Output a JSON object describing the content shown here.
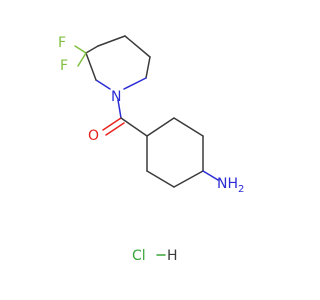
{
  "molecule": {
    "atoms": {
      "fluorine_1": "F",
      "fluorine_2": "F",
      "nitrogen_ring": "N",
      "oxygen": "O",
      "amine": "NH",
      "amine_h_subscript": "2",
      "chlorine": "Cl",
      "hydrogen": "H"
    },
    "colors": {
      "carbon_bond": "#3a3a3a",
      "fluorine": "#7fbf3f",
      "nitrogen": "#2b2bd6",
      "oxygen": "#e8231f",
      "chlorine": "#3aa63a"
    }
  }
}
